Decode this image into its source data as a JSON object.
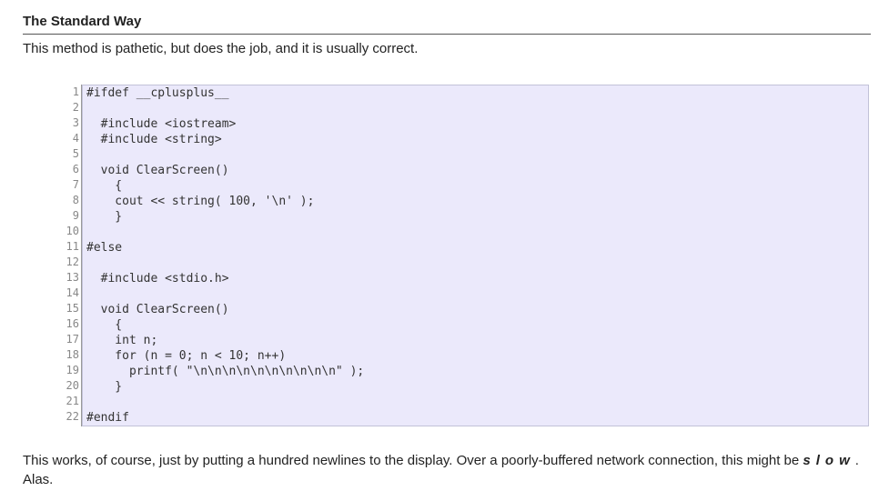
{
  "section": {
    "title": "The Standard Way",
    "intro": "This method is pathetic, but does the job, and it is usually correct."
  },
  "code": {
    "lines": [
      "#ifdef __cplusplus__",
      "",
      "  #include <iostream>",
      "  #include <string>",
      "",
      "  void ClearScreen()",
      "    {",
      "    cout << string( 100, '\\n' );",
      "    }",
      "",
      "#else",
      "",
      "  #include <stdio.h>",
      "",
      "  void ClearScreen()",
      "    {",
      "    int n;",
      "    for (n = 0; n < 10; n++)",
      "      printf( \"\\n\\n\\n\\n\\n\\n\\n\\n\\n\\n\" );",
      "    }",
      "",
      "#endif"
    ]
  },
  "footer": {
    "text_before": "This works, of course, just by putting a hundred newlines to the display. Over a poorly-buffered network connection, this might be ",
    "emphasis": "slow",
    "text_after": ". Alas."
  }
}
